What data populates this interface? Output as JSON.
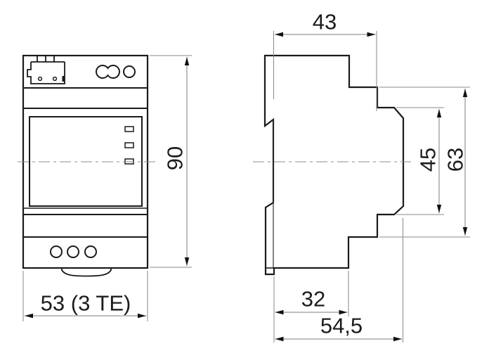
{
  "drawing": {
    "kind": "technical-dimension-drawing",
    "views": {
      "front": {
        "name": "front-view",
        "dimensions": {
          "width": {
            "label": "53 (3 TE)"
          },
          "height": {
            "label": "90"
          }
        }
      },
      "side": {
        "name": "side-view",
        "dimensions": {
          "depth_top": {
            "label": "43"
          },
          "inner_height": {
            "label": "45"
          },
          "outer_height": {
            "label": "63"
          },
          "depth_lower": {
            "label": "32"
          },
          "depth_total": {
            "label": "54,5"
          }
        }
      }
    },
    "colors": {
      "outline": "#1a1a1a",
      "dimension_line": "#7c7c7c",
      "text": "#1c1c1c",
      "background": "#ffffff"
    }
  }
}
